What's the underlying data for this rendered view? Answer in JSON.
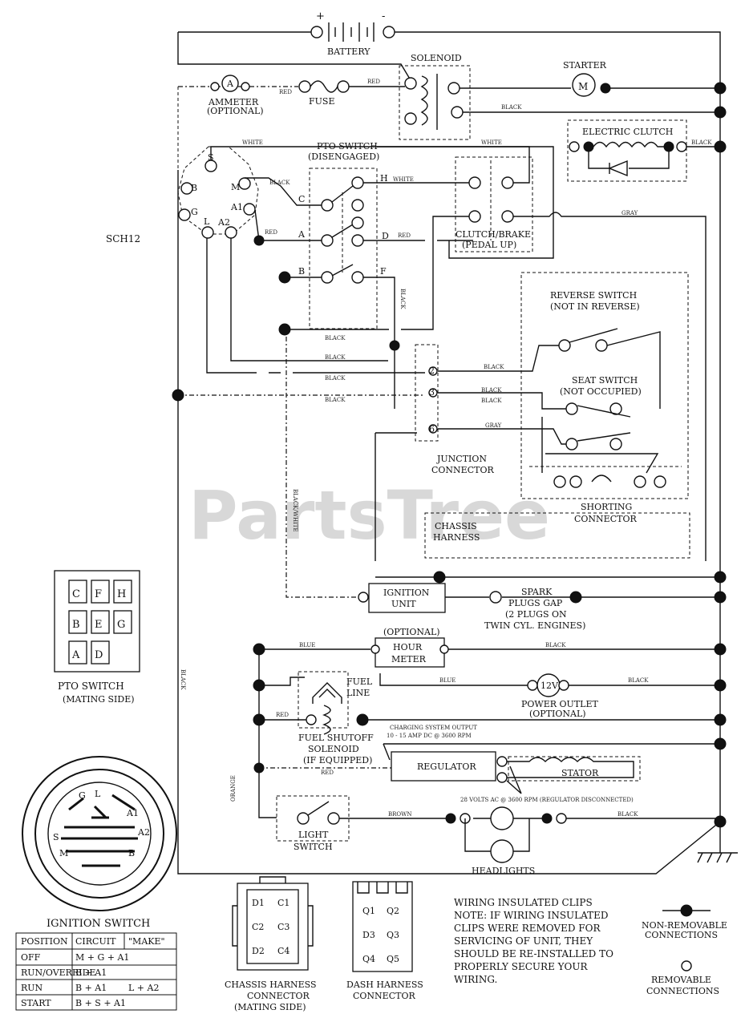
{
  "labels": {
    "battery": "BATTERY",
    "battery_plus": "+",
    "battery_minus": "-",
    "solenoid": "SOLENOID",
    "starter": "STARTER",
    "starter_symbol": "M",
    "ammeter": "AMMETER",
    "ammeter_optional": "(OPTIONAL)",
    "ammeter_symbol": "A",
    "fuse": "FUSE",
    "pto_switch_title": "PTO SWITCH",
    "pto_switch_state": "(DISENGAGED)",
    "electric_clutch": "ELECTRIC CLUTCH",
    "clutch_brake": "CLUTCH/BRAKE",
    "clutch_brake_state": "(PEDAL UP)",
    "schematic_id": "SCH12",
    "reverse_switch": "REVERSE SWITCH",
    "reverse_switch_state": "(NOT IN REVERSE)",
    "seat_switch": "SEAT SWITCH",
    "seat_switch_state": "(NOT OCCUPIED)",
    "junction_connector_1": "JUNCTION",
    "junction_connector_2": "CONNECTOR",
    "chassis_harness_1": "CHASSIS",
    "chassis_harness_2": "HARNESS",
    "shorting_connector_1": "SHORTING",
    "shorting_connector_2": "CONNECTOR",
    "ignition_unit_1": "IGNITION",
    "ignition_unit_2": "UNIT",
    "spark_plugs_1": "SPARK",
    "spark_plugs_2": "PLUGS GAP",
    "spark_plugs_3": "(2 PLUGS ON",
    "spark_plugs_4": "TWIN CYL. ENGINES)",
    "hour_meter_optional": "(OPTIONAL)",
    "hour_meter_1": "HOUR",
    "hour_meter_2": "METER",
    "fuel_line_1": "FUEL",
    "fuel_line_2": "LINE",
    "power_outlet_symbol": "12V",
    "power_outlet_1": "POWER OUTLET",
    "power_outlet_2": "(OPTIONAL)",
    "fuel_shutoff_1": "FUEL SHUTOFF",
    "fuel_shutoff_2": "SOLENOID",
    "fuel_shutoff_3": "(IF EQUIPPED)",
    "charging_output_1": "CHARGING SYSTEM OUTPUT",
    "charging_output_2": "10 - 15 AMP DC @ 3600 RPM",
    "regulator": "REGULATOR",
    "stator": "STATOR",
    "stator_note": "28 VOLTS AC @ 3600 RPM (REGULATOR DISCONNECTED)",
    "light_switch_1": "LIGHT",
    "light_switch_2": "SWITCH",
    "headlights": "HEADLIGHTS",
    "pto_mating_1": "PTO SWITCH",
    "pto_mating_2": "(MATING SIDE)",
    "ignition_switch": "IGNITION SWITCH",
    "chassis_conn_1": "CHASSIS HARNESS",
    "chassis_conn_2": "CONNECTOR",
    "chassis_conn_3": "(MATING SIDE)",
    "dash_conn_1": "DASH HARNESS",
    "dash_conn_2": "CONNECTOR",
    "clips_title": "WIRING INSULATED CLIPS",
    "clips_note_1": "NOTE: IF WIRING INSULATED",
    "clips_note_2": "CLIPS WERE REMOVED FOR",
    "clips_note_3": "SERVICING OF UNIT, THEY",
    "clips_note_4": "SHOULD BE RE-INSTALLED TO",
    "clips_note_5": "PROPERLY SECURE YOUR",
    "clips_note_6": "WIRING.",
    "legend_nonremovable_1": "NON-REMOVABLE",
    "legend_nonremovable_2": "CONNECTIONS",
    "legend_removable_1": "REMOVABLE",
    "legend_removable_2": "CONNECTIONS",
    "watermark": "PartsTree"
  },
  "wires": {
    "red": "RED",
    "white": "WHITE",
    "black": "BLACK",
    "gray": "GRAY",
    "blue": "BLUE",
    "brown": "BROWN",
    "orange": "ORANGE",
    "black_white": "BLACK/WHITE"
  },
  "ignition_terminals": {
    "s": "S",
    "b": "B",
    "m": "M",
    "a1": "A1",
    "a2": "A2",
    "l": "L",
    "g": "G"
  },
  "pto_terminals": {
    "a": "A",
    "b": "B",
    "c": "C",
    "d": "D",
    "f": "F",
    "h": "H"
  },
  "junction_pins": {
    "p2": "2",
    "p3": "3",
    "p6": "6"
  },
  "pto_grid": [
    [
      "C",
      "F",
      "H"
    ],
    [
      "B",
      "E",
      "G"
    ],
    [
      "A",
      "D",
      ""
    ]
  ],
  "ignition_table": {
    "headers": [
      "POSITION",
      "CIRCUIT",
      "\"MAKE\""
    ],
    "rows": [
      [
        "OFF",
        "M + G + A1",
        ""
      ],
      [
        "RUN/OVERRIDE",
        "B + A1",
        ""
      ],
      [
        "RUN",
        "B + A1",
        "L + A2"
      ],
      [
        "START",
        "B + S + A1",
        ""
      ]
    ]
  },
  "chassis_pins": [
    "D1",
    "C1",
    "C2",
    "C3",
    "D2",
    "C4"
  ],
  "dash_pins": [
    "Q1",
    "Q2",
    "D3",
    "Q3",
    "Q4",
    "Q5"
  ]
}
